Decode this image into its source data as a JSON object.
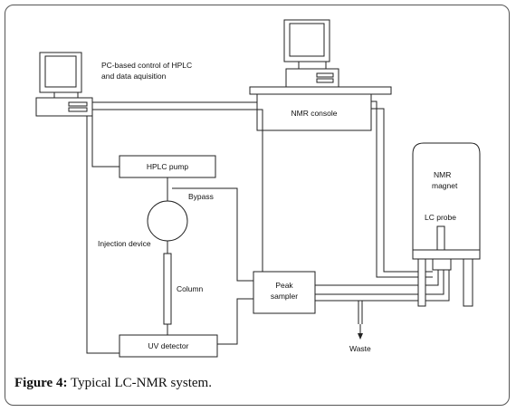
{
  "labels": {
    "pc_control": "PC-based control of HPLC",
    "pc_control_2": "and data aquisition",
    "nmr_console": "NMR console",
    "hplc_pump": "HPLC pump",
    "bypass": "Bypass",
    "injection_device": "Injection device",
    "column": "Column",
    "uv_detector": "UV detector",
    "peak_sampler_1": "Peak",
    "peak_sampler_2": "sampler",
    "nmr_magnet_1": "NMR",
    "nmr_magnet_2": "magnet",
    "lc_probe": "LC probe",
    "waste": "Waste"
  },
  "caption": {
    "label": "Figure 4:",
    "text": "Typical LC-NMR system."
  }
}
